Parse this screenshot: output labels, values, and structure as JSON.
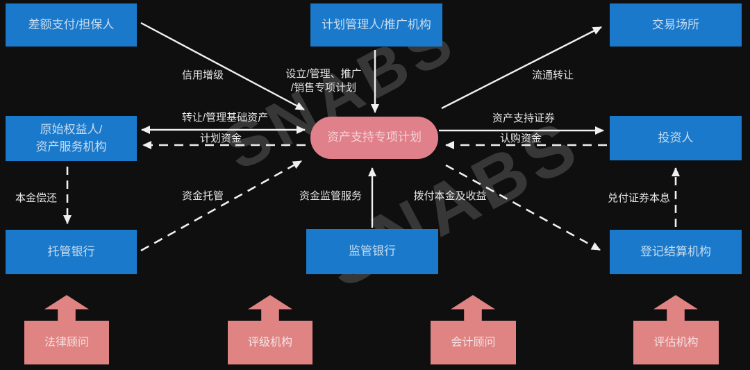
{
  "watermark": "SNABS",
  "colors": {
    "background": "#0f0f0f",
    "node_blue": "#1a79cb",
    "node_pink": "#e0808a",
    "node_salmon": "#df8383",
    "arrow_line": "#f0f0f0"
  },
  "nodes": {
    "guarantor": {
      "label": "差额支付/担保人"
    },
    "plan_manager": {
      "label": "计划管理人/推广机构"
    },
    "exchange": {
      "label": "交易场所"
    },
    "originator": {
      "line1": "原始权益人/",
      "line2": "资产服务机构"
    },
    "spv": {
      "label": "资产支持专项计划"
    },
    "investor": {
      "label": "投资人"
    },
    "custodian_bank": {
      "label": "托管银行"
    },
    "supervision_bank": {
      "label": "监管银行"
    },
    "registrar": {
      "label": "登记结算机构"
    },
    "legal_advisor": {
      "label": "法律顾问"
    },
    "rating_agency": {
      "label": "评级机构"
    },
    "accounting_advisor": {
      "label": "会计顾问"
    },
    "appraisal_agency": {
      "label": "评估机构"
    }
  },
  "edges": {
    "credit_enhancement": "信用增级",
    "setup_line1": "设立/管理、推广",
    "setup_line2": "/销售专项计划",
    "circulation_transfer": "流通转让",
    "asset_transfer": "转让/管理基础资产",
    "plan_funds": "计划资金",
    "abs_securities": "资产支持证券",
    "subscription_funds": "认购资金",
    "principal_repayment": "本金偿还",
    "fund_custody": "资金托管",
    "fund_supervision_service": "资金监管服务",
    "disburse_principal_income": "拨付本金及收益",
    "redeem_principal_interest": "兑付证券本息"
  }
}
